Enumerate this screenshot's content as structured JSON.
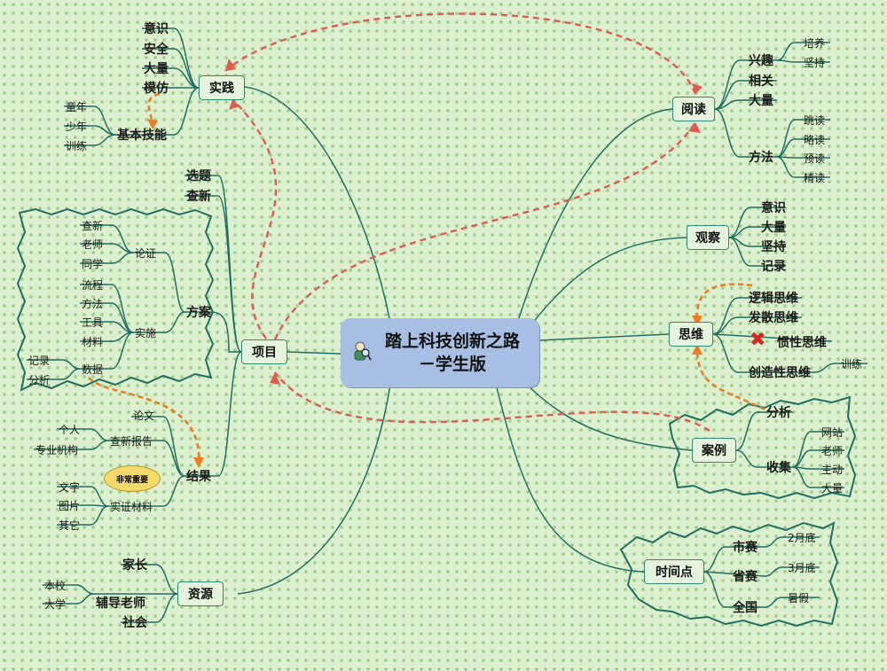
{
  "center": {
    "title": "踏上科技创新之路－学生版",
    "icon": "person-magnifier-icon"
  },
  "shijian": {
    "label": "实践",
    "items": [
      "意识",
      "安全",
      "大量",
      "模仿",
      "基本技能"
    ],
    "skills": [
      "童年",
      "少年",
      "训练"
    ]
  },
  "xiangmu": {
    "label": "项目",
    "items": [
      "选题",
      "查新",
      "方案",
      "结果"
    ]
  },
  "fangan": {
    "lunzheng": "论证",
    "lunzheng_items": [
      "查新",
      "老师",
      "同学"
    ],
    "shishi": "实施",
    "shishi_items": [
      "流程",
      "方法",
      "工具",
      "材料",
      "数据"
    ],
    "data_items": [
      "记录",
      "分析"
    ]
  },
  "jieguo": {
    "lunwen": "论文",
    "baogao": "查新报告",
    "baogao_items": [
      "个人",
      "专业机构"
    ],
    "cailiao": "实证材料",
    "cailiao_items": [
      "文字",
      "图片",
      "其它"
    ],
    "note": "非常重要"
  },
  "ziyuan": {
    "label": "资源",
    "items": [
      "家长",
      "辅导老师",
      "社会"
    ],
    "teacher_items": [
      "本校",
      "大学"
    ]
  },
  "yuedu": {
    "label": "阅读",
    "items": [
      "兴趣",
      "相关",
      "大量",
      "方法"
    ],
    "interest_items": [
      "培养",
      "坚持"
    ],
    "method_items": [
      "跳读",
      "略读",
      "预读",
      "精读"
    ]
  },
  "guancha": {
    "label": "观察",
    "items": [
      "意识",
      "大量",
      "坚持",
      "记录"
    ]
  },
  "siwei": {
    "label": "思维",
    "items": [
      "逻辑思维",
      "发散思维",
      "惯性思维",
      "创造性思维"
    ],
    "training": "训练"
  },
  "anli": {
    "label": "案例",
    "items": [
      "分析",
      "收集"
    ],
    "collect_items": [
      "网站",
      "老师",
      "主动",
      "大量"
    ]
  },
  "shijiandian": {
    "label": "时间点",
    "items": [
      "市赛",
      "省赛",
      "全国"
    ],
    "dates": [
      "2月底",
      "3月底",
      "暑假"
    ]
  }
}
